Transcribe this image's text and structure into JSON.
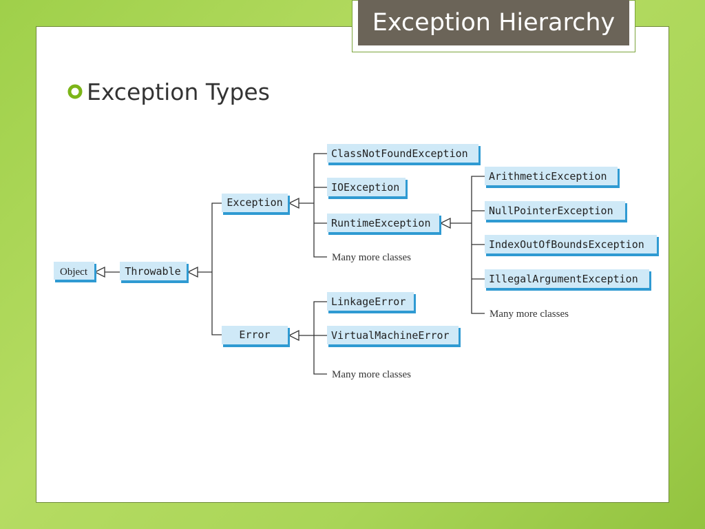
{
  "slide": {
    "title": "Exception Hierarchy",
    "bullet": "Exception Types",
    "colors": {
      "title_bg": "#6b6458",
      "bullet_accent": "#7cb518",
      "node_fill": "#cfe9f7",
      "node_shadow": "#2f9ad2"
    }
  },
  "diagram": {
    "nodes": {
      "object": "Object",
      "throwable": "Throwable",
      "exception": "Exception",
      "error": "Error",
      "class_not_found": "ClassNotFoundException",
      "io_exception": "IOException",
      "runtime_exception": "RuntimeException",
      "arithmetic": "ArithmeticException",
      "null_pointer": "NullPointerException",
      "index_out_of_bounds": "IndexOutOfBoundsException",
      "illegal_argument": "IllegalArgumentException",
      "linkage_error": "LinkageError",
      "virtual_machine_error": "VirtualMachineError"
    },
    "more_labels": {
      "exception_more": "Many more classes",
      "runtime_more": "Many more classes",
      "error_more": "Many more classes"
    },
    "edges": [
      [
        "throwable",
        "object"
      ],
      [
        "exception",
        "throwable"
      ],
      [
        "error",
        "throwable"
      ],
      [
        "class_not_found",
        "exception"
      ],
      [
        "io_exception",
        "exception"
      ],
      [
        "runtime_exception",
        "exception"
      ],
      [
        "arithmetic",
        "runtime_exception"
      ],
      [
        "null_pointer",
        "runtime_exception"
      ],
      [
        "index_out_of_bounds",
        "runtime_exception"
      ],
      [
        "illegal_argument",
        "runtime_exception"
      ],
      [
        "linkage_error",
        "error"
      ],
      [
        "virtual_machine_error",
        "error"
      ]
    ]
  }
}
